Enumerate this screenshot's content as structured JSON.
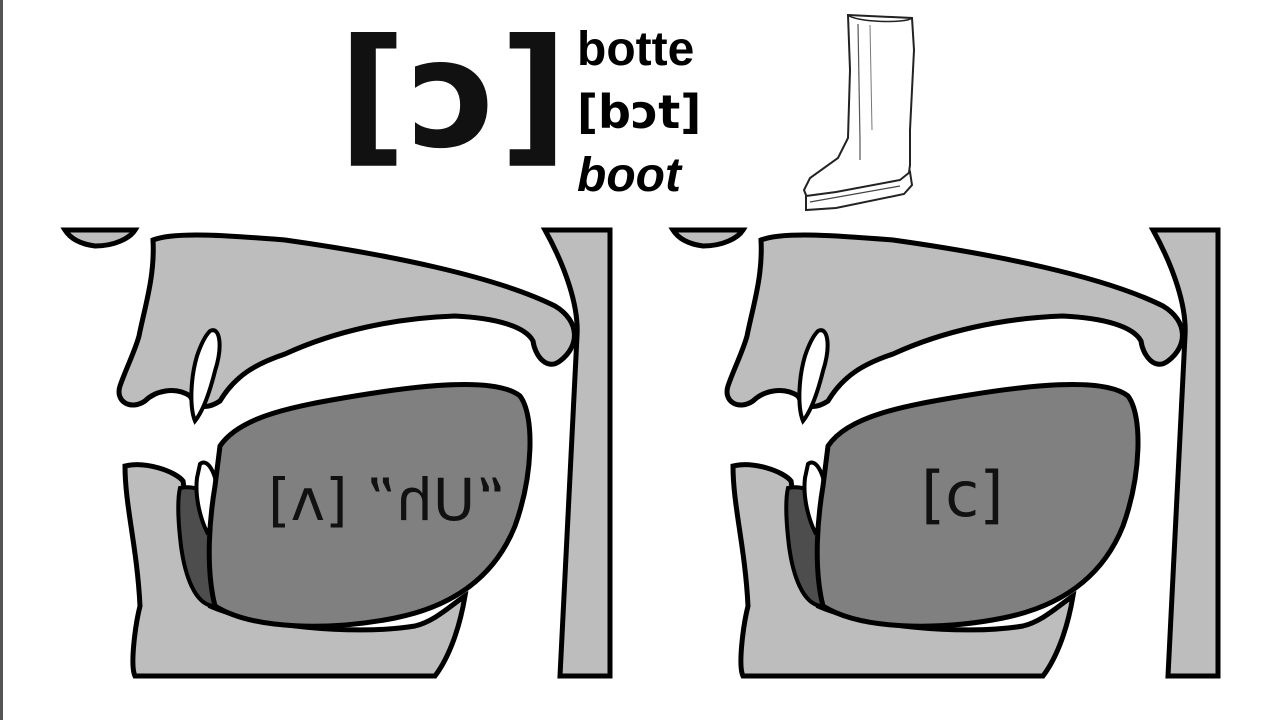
{
  "header": {
    "ipa_symbol": "[ɔ]",
    "word": "botte",
    "word_ipa": "[bɔt]",
    "translation": "boot"
  },
  "illustration": {
    "icon": "boot-icon"
  },
  "diagrams": [
    {
      "tongue_label": "“Uh” [ʌ]"
    },
    {
      "tongue_label": "[ɔ]"
    }
  ],
  "colors": {
    "background": "#ffffff",
    "tissue": "#bdbdbd",
    "tongue": "#808080",
    "inner": "#4d4d4d",
    "outline": "#000000"
  }
}
